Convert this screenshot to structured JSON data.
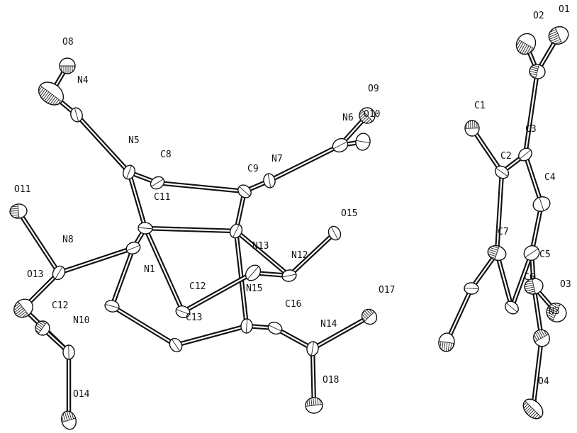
{
  "figure": {
    "background": "#ffffff",
    "ink": "#111111"
  },
  "labels": [
    "O1",
    "O2",
    "O8",
    "N4",
    "O9",
    "N6",
    "O10",
    "C1",
    "C3",
    "C2",
    "C4",
    "N5",
    "C8",
    "C9",
    "N7",
    "C11",
    "O11",
    "O15",
    "N13",
    "C7",
    "C5",
    "N8",
    "N1",
    "C6",
    "O3",
    "O13",
    "C12",
    "N12",
    "N15",
    "C16",
    "O17",
    "C12",
    "N10",
    "C13",
    "N3",
    "N14",
    "O18",
    "O14",
    "O4"
  ]
}
